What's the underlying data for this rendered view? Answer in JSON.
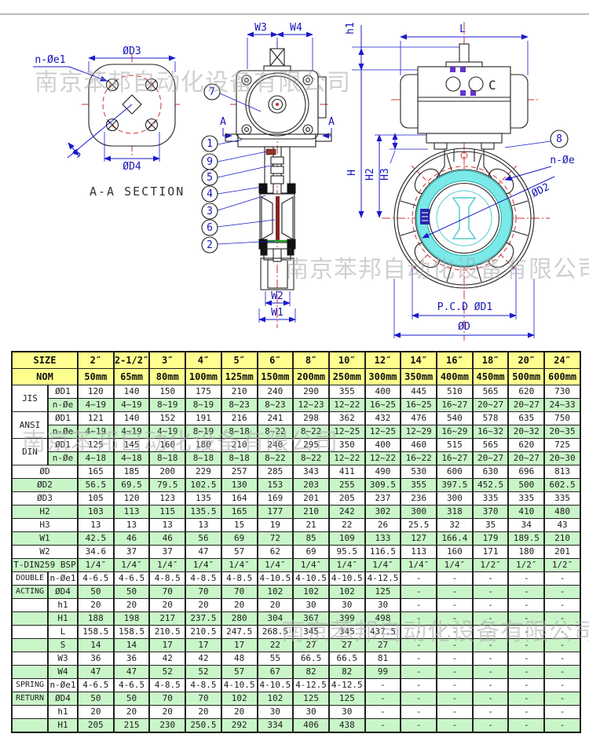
{
  "watermark": {
    "text": "南京苯邦自动化设备有限公司"
  },
  "colors": {
    "header_bg": "#ffff8f",
    "row_alt_bg": "#c9f6c9",
    "dimension_blue": "#1a1acc",
    "centerline_red": "#cc3333",
    "hatch_pink": "#d86ad8",
    "seat_cyan": "#7ce9e9"
  },
  "drawings": {
    "section_title": "A-A SECTION",
    "labels": {
      "n_oe1": "n-Øe1",
      "od3": "ØD3",
      "od4": "ØD4",
      "s": "S",
      "w3": "W3",
      "w4": "W4",
      "w2": "W2",
      "w1": "W1",
      "a_left": "A",
      "a_right": "A",
      "h1": "h1",
      "l": "L",
      "c": "C",
      "h": "H",
      "h2": "H2",
      "h3": "H3",
      "n_oe": "n-Øe",
      "od2": "ØD2",
      "pcd_od1": "P.C.D ØD1",
      "od": "ØD"
    },
    "balloons": [
      "7",
      "1",
      "9",
      "5",
      "4",
      "3",
      "6",
      "2",
      "8"
    ]
  },
  "table": {
    "header": {
      "size_label": "SIZE",
      "nom_label": "NOM",
      "sizes": [
        "2″",
        "2-1/2″",
        "3″",
        "4″",
        "5″",
        "6″",
        "8″",
        "10″",
        "12″",
        "14″",
        "16″",
        "18″",
        "20″",
        "24″"
      ],
      "noms": [
        "50mm",
        "65mm",
        "80mm",
        "100mm",
        "125mm",
        "150mm",
        "200mm",
        "250mm",
        "300mm",
        "350mm",
        "400mm",
        "450mm",
        "500mm",
        "600mm"
      ]
    },
    "rows": [
      {
        "g": {
          "t": "JIS",
          "span": 2
        },
        "label": "ØD1",
        "values": [
          "120",
          "140",
          "150",
          "175",
          "210",
          "240",
          "290",
          "355",
          "400",
          "445",
          "510",
          "565",
          "620",
          "730"
        ]
      },
      {
        "label": "n-Øe",
        "values": [
          "4~19",
          "4~19",
          "8~19",
          "8~19",
          "8~23",
          "8~23",
          "12~23",
          "12~22",
          "16~25",
          "16~25",
          "16~27",
          "20~27",
          "20~27",
          "24~33"
        ]
      },
      {
        "g": {
          "t": "ANSI",
          "span": 2
        },
        "label": "ØD1",
        "values": [
          "121",
          "140",
          "152",
          "191",
          "216",
          "241",
          "298",
          "362",
          "432",
          "476",
          "540",
          "578",
          "635",
          "750"
        ]
      },
      {
        "label": "n-Øe",
        "values": [
          "4~19",
          "4~19",
          "4~19",
          "8~19",
          "8~18",
          "8~22",
          "8~22",
          "12~25",
          "12~25",
          "12~29",
          "16~29",
          "16~32",
          "20~32",
          "20~35"
        ]
      },
      {
        "g": {
          "t": "DIN",
          "span": 2
        },
        "label": "ØD1",
        "values": [
          "125",
          "145",
          "160",
          "180",
          "210",
          "240",
          "295",
          "350",
          "400",
          "460",
          "515",
          "565",
          "620",
          "725"
        ]
      },
      {
        "label": "n-Øe",
        "values": [
          "4~18",
          "4~18",
          "8~18",
          "8~18",
          "8~18",
          "8~22",
          "8~22",
          "12~22",
          "12~22",
          "16~22",
          "16~27",
          "20~27",
          "20~27",
          "20~30"
        ]
      },
      {
        "full": true,
        "label": "ØD",
        "values": [
          "165",
          "185",
          "200",
          "229",
          "257",
          "285",
          "343",
          "411",
          "490",
          "530",
          "600",
          "630",
          "696",
          "813"
        ]
      },
      {
        "full": true,
        "label": "ØD2",
        "values": [
          "56.5",
          "69.5",
          "79.5",
          "102.5",
          "130",
          "153",
          "203",
          "255",
          "309.5",
          "355",
          "397.5",
          "452.5",
          "500",
          "602.5"
        ]
      },
      {
        "full": true,
        "label": "ØD3",
        "values": [
          "105",
          "120",
          "123",
          "135",
          "164",
          "169",
          "201",
          "205",
          "237",
          "236",
          "300",
          "335",
          "335",
          "335"
        ]
      },
      {
        "full": true,
        "label": "H2",
        "values": [
          "103",
          "113",
          "115",
          "135.5",
          "165",
          "177",
          "210",
          "242",
          "302",
          "300",
          "318",
          "370",
          "410",
          "480"
        ]
      },
      {
        "full": true,
        "label": "H3",
        "values": [
          "13",
          "13",
          "13",
          "13",
          "15",
          "19",
          "21",
          "22",
          "26",
          "25.5",
          "32",
          "35",
          "34",
          "43"
        ]
      },
      {
        "full": true,
        "label": "W1",
        "values": [
          "42.5",
          "46",
          "46",
          "56",
          "69",
          "72",
          "85",
          "109",
          "133",
          "127",
          "166.4",
          "179",
          "189.5",
          "210"
        ]
      },
      {
        "full": true,
        "label": "W2",
        "values": [
          "34.6",
          "37",
          "37",
          "47",
          "57",
          "62",
          "69",
          "95.5",
          "116.5",
          "113",
          "160",
          "171",
          "180",
          "201"
        ]
      },
      {
        "full": true,
        "label": "T-DIN259 BSP",
        "values": [
          "1/4″",
          "1/4″",
          "1/4″",
          "1/4″",
          "1/4″",
          "1/4″",
          "1/4″",
          "1/4″",
          "1/4″",
          "1/4″",
          "1/4″",
          "1/2″",
          "1/2″",
          "1/2″"
        ]
      },
      {
        "gc": "DOUBLE",
        "label": "n-Øe1",
        "values": [
          "4-6.5",
          "4-6.5",
          "4-8.5",
          "4-8.5",
          "4-8.5",
          "4-10.5",
          "4-10.5",
          "4-10.5",
          "4-12.5",
          "-",
          "-",
          "-",
          "-",
          "-"
        ]
      },
      {
        "gc": "ACTING",
        "label": "ØD4",
        "values": [
          "50",
          "50",
          "70",
          "70",
          "70",
          "102",
          "102",
          "102",
          "125",
          "-",
          "-",
          "-",
          "-",
          "-"
        ]
      },
      {
        "gc": "",
        "label": "h1",
        "values": [
          "20",
          "20",
          "20",
          "20",
          "20",
          "20",
          "30",
          "30",
          "30",
          "-",
          "-",
          "-",
          "-",
          "-"
        ]
      },
      {
        "gc": "",
        "label": "H1",
        "values": [
          "188",
          "198",
          "217",
          "237.5",
          "280",
          "304",
          "367",
          "399",
          "498",
          "-",
          "-",
          "-",
          "-",
          "-"
        ]
      },
      {
        "gc": "",
        "label": "L",
        "values": [
          "158.5",
          "158.5",
          "210.5",
          "210.5",
          "247.5",
          "268.5",
          "345",
          "345",
          "437.5",
          "-",
          "-",
          "-",
          "-",
          "-"
        ]
      },
      {
        "gc": "",
        "label": "S",
        "values": [
          "14",
          "14",
          "17",
          "17",
          "17",
          "22",
          "27",
          "27",
          "27",
          "-",
          "-",
          "-",
          "-",
          "-"
        ]
      },
      {
        "gc": "",
        "label": "W3",
        "values": [
          "36",
          "36",
          "42",
          "42",
          "48",
          "55",
          "66.5",
          "66.5",
          "81",
          "-",
          "-",
          "-",
          "-",
          "-"
        ]
      },
      {
        "gc": "",
        "label": "W4",
        "values": [
          "47",
          "47",
          "52",
          "52",
          "57",
          "67",
          "82",
          "82",
          "99",
          "-",
          "-",
          "-",
          "-",
          "-"
        ]
      },
      {
        "gc": "SPRING",
        "label": "n-Øe1",
        "values": [
          "4-6.5",
          "4-6.5",
          "4-8.5",
          "4-8.5",
          "4-10.5",
          "4-10.5",
          "4-12.5",
          "4-12.5",
          "-",
          "-",
          "-",
          "-",
          "-",
          "-"
        ]
      },
      {
        "gc": "RETURN",
        "label": "ØD4",
        "values": [
          "50",
          "50",
          "70",
          "70",
          "102",
          "102",
          "125",
          "125",
          "-",
          "-",
          "-",
          "-",
          "-",
          "-"
        ]
      },
      {
        "gc": "",
        "label": "h1",
        "values": [
          "20",
          "20",
          "20",
          "20",
          "20",
          "30",
          "30",
          "30",
          "-",
          "-",
          "-",
          "-",
          "-",
          "-"
        ]
      },
      {
        "gc": "",
        "label": "H1",
        "values": [
          "205",
          "215",
          "230",
          "250.5",
          "292",
          "334",
          "406",
          "438",
          "-",
          "-",
          "-",
          "-",
          "-",
          "-"
        ]
      }
    ]
  }
}
